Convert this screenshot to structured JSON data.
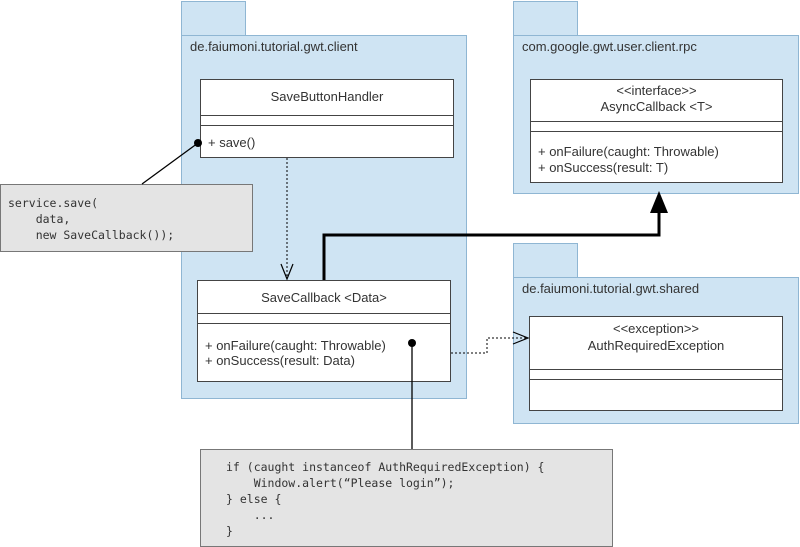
{
  "packages": {
    "client": {
      "name": "de.faiumoni.tutorial.gwt.client"
    },
    "rpc": {
      "name": "com.google.gwt.user.client.rpc"
    },
    "shared": {
      "name": "de.faiumoni.tutorial.gwt.shared"
    }
  },
  "classes": {
    "save_button_handler": {
      "name": "SaveButtonHandler",
      "ops": [
        "+ save()"
      ]
    },
    "save_callback": {
      "name": "SaveCallback <Data>",
      "ops": [
        "+ onFailure(caught: Throwable)",
        "+ onSuccess(result: Data)"
      ]
    },
    "async_callback": {
      "stereotype": "<<interface>>",
      "name": "AsyncCallback <T>",
      "ops": [
        "+ onFailure(caught: Throwable)",
        "+ onSuccess(result: T)"
      ]
    },
    "auth_exception": {
      "stereotype": "<<exception>>",
      "name": "AuthRequiredException"
    }
  },
  "notes": {
    "save_call": "service.save(\n    data,\n    new SaveCallback());",
    "on_failure": "if (caught instanceof AuthRequiredException) {\n    Window.alert(“Please login”);\n} else {\n    ...\n}"
  }
}
